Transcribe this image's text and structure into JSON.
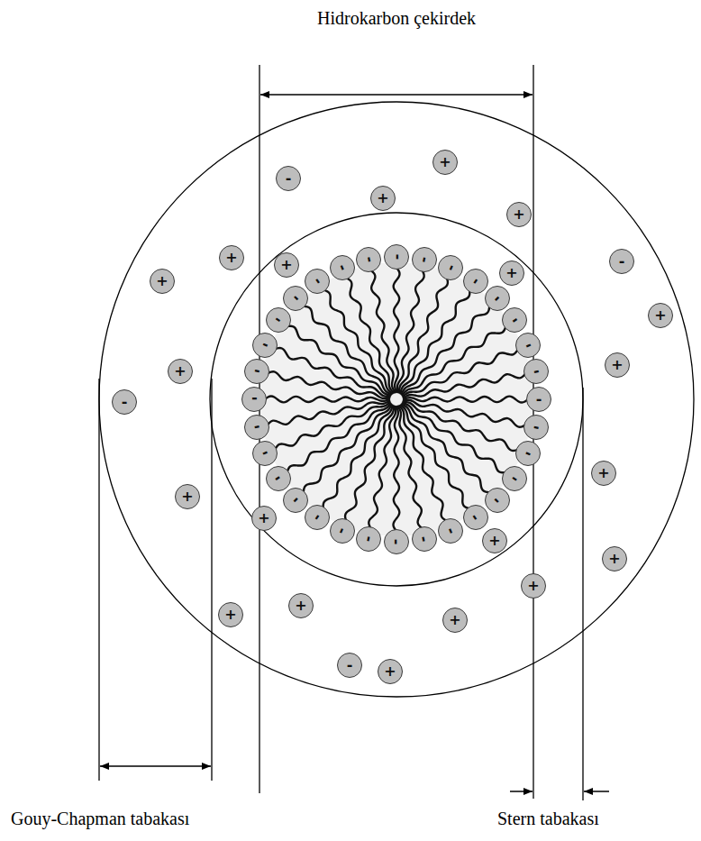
{
  "diagram": {
    "nodes": [
      {
        "text": [
          "+"
        ]
      },
      {
        "text": [
          "-"
        ]
      },
      {
        "text": [
          "+"
        ]
      },
      {
        "text": [
          "+"
        ]
      },
      {
        "text": [
          "+"
        ]
      },
      {
        "text": [
          "+"
        ]
      },
      {
        "text": [
          "-"
        ]
      },
      {
        "text": [
          "+"
        ]
      },
      {
        "text": [
          "+"
        ]
      },
      {
        "text": [
          "-"
        ]
      },
      {
        "text": [
          "+"
        ]
      },
      {
        "text": [
          "+"
        ]
      },
      {
        "text": [
          "+"
        ]
      },
      {
        "text": [
          "+"
        ]
      },
      {
        "text": [
          "+"
        ]
      },
      {
        "text": [
          "+"
        ]
      },
      {
        "text": [
          "+"
        ]
      },
      {
        "text": [
          "+"
        ]
      },
      {
        "text": [
          "-"
        ]
      },
      {
        "text": [
          "+"
        ]
      },
      {
        "text": [
          "+"
        ]
      },
      {
        "text": [
          "+"
        ]
      },
      {
        "text": [
          "+"
        ]
      },
      {
        "text": [
          "+"
        ]
      },
      {
        "text": [
          "-"
        ]
      },
      {
        "text": [
          "-"
        ]
      },
      {
        "text": [
          "-"
        ]
      },
      {
        "text": [
          "-"
        ]
      },
      {
        "text": [
          "-"
        ]
      },
      {
        "text": [
          "-"
        ]
      },
      {
        "text": [
          "-"
        ]
      },
      {
        "text": [
          "-"
        ]
      },
      {
        "text": [
          "-"
        ]
      },
      {
        "text": [
          "-"
        ]
      },
      {
        "text": [
          "-"
        ]
      },
      {
        "text": [
          "-"
        ]
      },
      {
        "text": [
          "-"
        ]
      },
      {
        "text": [
          "-"
        ]
      },
      {
        "text": [
          "-"
        ]
      },
      {
        "text": [
          "-"
        ]
      },
      {
        "text": [
          "-"
        ]
      },
      {
        "text": [
          "-"
        ]
      },
      {
        "text": [
          "-"
        ]
      },
      {
        "text": [
          "-"
        ]
      },
      {
        "text": [
          "-"
        ]
      },
      {
        "text": [
          "-"
        ]
      },
      {
        "text": [
          "-"
        ]
      },
      {
        "text": [
          "-"
        ]
      },
      {
        "text": [
          "-"
        ]
      },
      {
        "text": [
          "-"
        ]
      },
      {
        "text": [
          "-"
        ]
      },
      {
        "text": [
          "-"
        ]
      },
      {
        "text": [
          "-"
        ]
      },
      {
        "text": [
          "-"
        ]
      },
      {
        "text": [
          "-"
        ]
      },
      {
        "text": [
          "-"
        ]
      }
    ],
    "labels": [
      "Hidrokarbon çekirdek",
      "Gouy-Chapman tabakası",
      "Stern tabakası"
    ]
  }
}
